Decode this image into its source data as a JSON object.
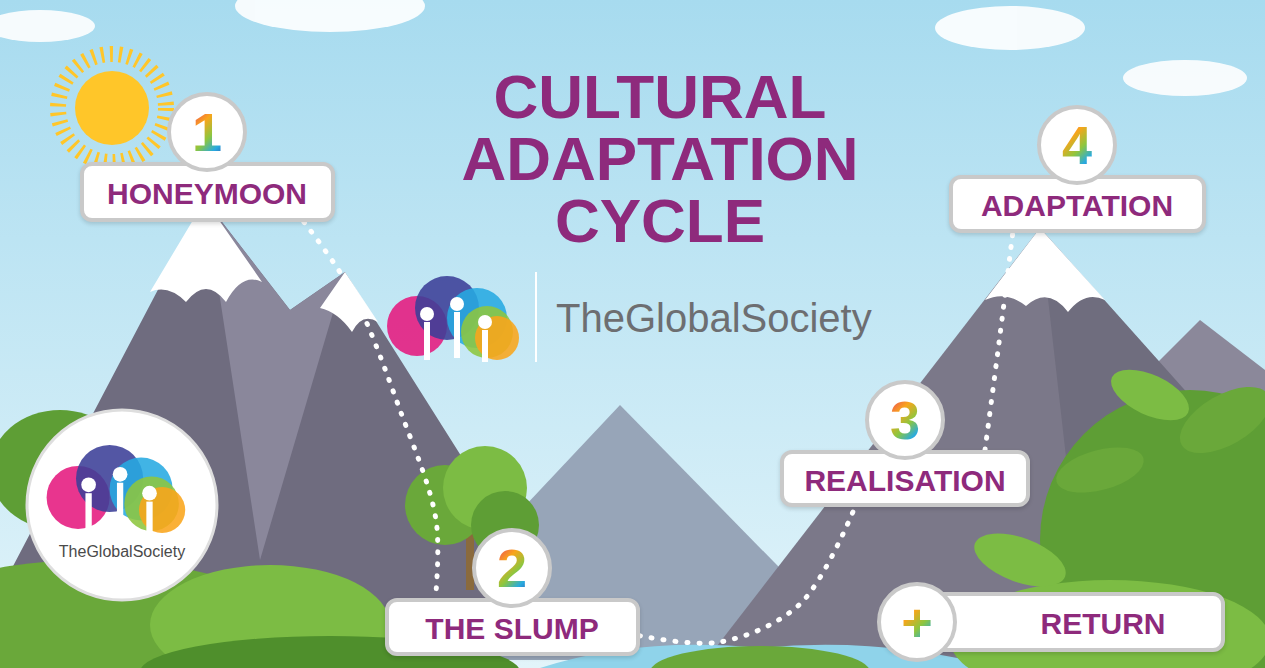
{
  "diagram": {
    "title": "CULTURAL ADAPTATION CYCLE",
    "nodes": [
      {
        "text": [
          "1",
          "HONEYMOON"
        ]
      },
      {
        "text": [
          "2",
          "THE SLUMP"
        ]
      },
      {
        "text": [
          "3",
          "REALISATION"
        ]
      },
      {
        "text": [
          "4",
          "ADAPTATION"
        ]
      },
      {
        "text": [
          "+",
          "RETURN"
        ]
      },
      {
        "text": [
          "TheGlobalSociety"
        ]
      }
    ],
    "edges": [
      {
        "from": 0,
        "to": 1,
        "arrow": "none"
      },
      {
        "from": 1,
        "to": 2,
        "arrow": "none"
      },
      {
        "from": 2,
        "to": 3,
        "arrow": "none"
      }
    ],
    "labels": [
      "TheGlobalSociety"
    ]
  }
}
